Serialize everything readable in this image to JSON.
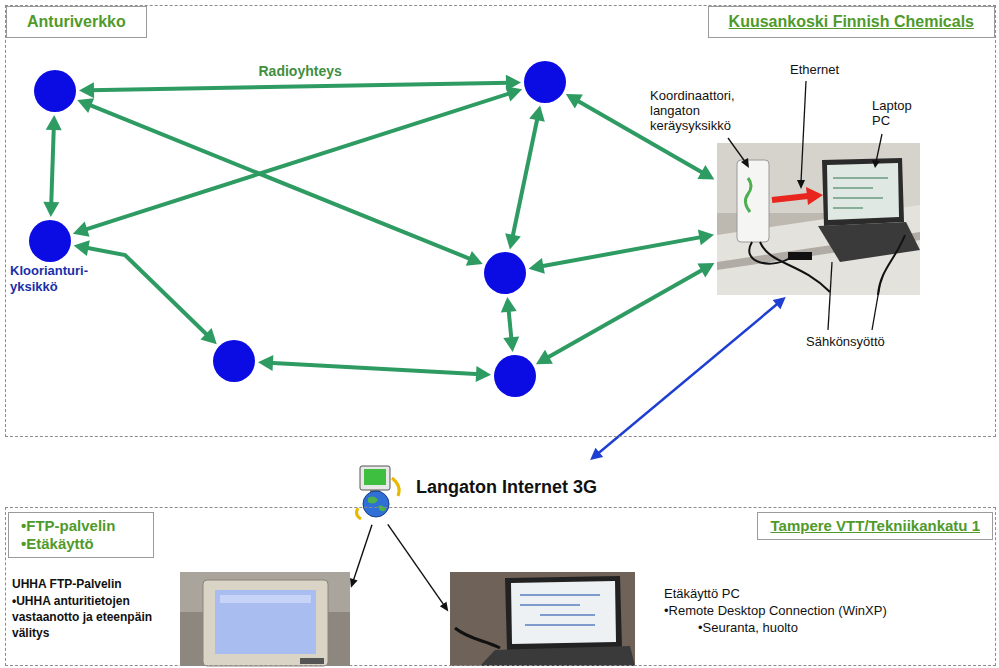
{
  "diagram": {
    "nodes": [
      {
        "text": [
          "Anturiverkko",
          "Kuusankoski Finnish Chemicals"
        ]
      },
      {
        "text": [],
        "in": 0
      },
      {
        "text": [],
        "in": 0
      },
      {
        "text": [
          "Kloorianturi-yksikkö"
        ],
        "in": 0
      },
      {
        "text": [],
        "in": 0
      },
      {
        "text": [],
        "in": 0
      },
      {
        "text": [],
        "in": 0
      },
      {
        "text": [],
        "in": 0
      },
      {
        "text": [
          "Langaton Internet 3G"
        ]
      },
      {
        "text": [
          "•FTP-palvelin •Etäkäyttö",
          "Tampere VTT/Tekniikankatu 1"
        ]
      },
      {
        "text": [
          "UHHA FTP-Palvelin",
          "•UHHA anturitietojen vastaanotto ja eteenpäin välitys"
        ],
        "in": 9
      },
      {
        "text": [
          "Etäkäyttö PC",
          "•Remote Desktop Connection (WinXP)",
          "•Seuranta, huolto"
        ],
        "in": 9
      }
    ],
    "edges": [
      {
        "from": 1,
        "to": 2,
        "arrow": "both",
        "label": "Radioyhteys"
      },
      {
        "from": 1,
        "to": 3,
        "arrow": "both"
      },
      {
        "from": 1,
        "to": 4,
        "arrow": "both"
      },
      {
        "from": 3,
        "to": 2,
        "arrow": "both"
      },
      {
        "from": 3,
        "to": 5,
        "arrow": "both"
      },
      {
        "from": 5,
        "to": 6,
        "arrow": "both"
      },
      {
        "from": 2,
        "to": 4,
        "arrow": "both"
      },
      {
        "from": 4,
        "to": 6,
        "arrow": "both"
      },
      {
        "from": 2,
        "to": 7,
        "arrow": "both"
      },
      {
        "from": 4,
        "to": 7,
        "arrow": "both"
      },
      {
        "from": 6,
        "to": 7,
        "arrow": "both"
      },
      {
        "from": 7,
        "to": 8,
        "arrow": "both"
      },
      {
        "from": 8,
        "to": 10,
        "arrow": "to"
      },
      {
        "from": 8,
        "to": 11,
        "arrow": "to"
      }
    ],
    "labels": [
      "Koordinaattori, langaton keräysyksikkö",
      "Ethernet",
      "Laptop PC",
      "Sähkönsyöttö"
    ]
  }
}
